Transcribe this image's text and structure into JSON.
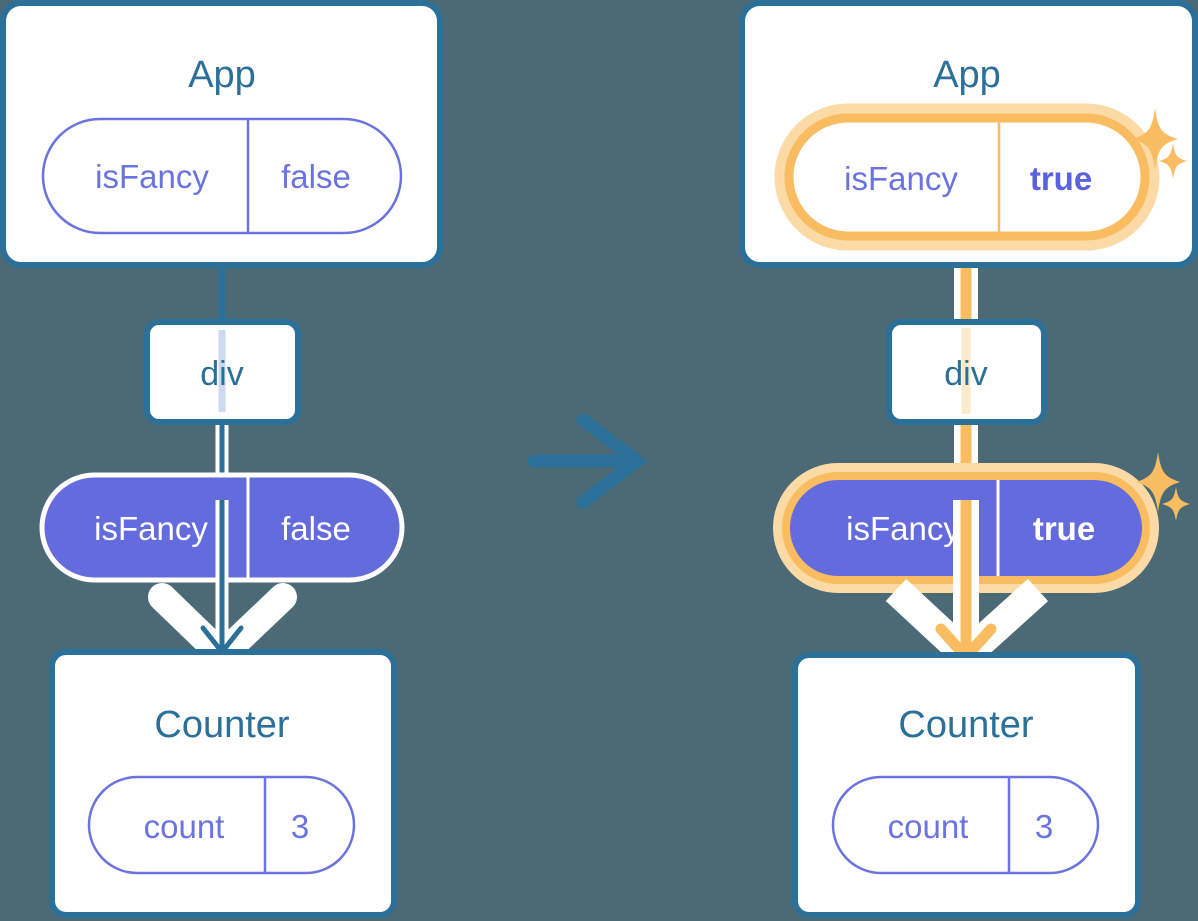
{
  "diagram": {
    "title": "React state propagation: isFancy false to true",
    "background_color": "#4c6a75",
    "colors": {
      "box_border_blue": "#2b7099",
      "title_blue": "#2b7099",
      "purple": "#6b73e0",
      "purple_fill": "#636bdd",
      "orange": "#f9bc60",
      "orange_light": "#fbdaa6",
      "white": "#ffffff"
    },
    "transition_arrow": {
      "icon": "arrow-right-icon",
      "color": "#2b7099"
    },
    "panels": [
      {
        "id": "before",
        "root": {
          "name": "App",
          "state": {
            "key": "isFancy",
            "value": "false",
            "style": "outline",
            "highlighted": false,
            "value_bold": false
          }
        },
        "middle": {
          "name": "div"
        },
        "prop": {
          "key": "isFancy",
          "value": "false",
          "style": "filled",
          "highlighted": false,
          "value_bold": false
        },
        "child": {
          "name": "Counter",
          "state": {
            "key": "count",
            "value": "3",
            "style": "outline",
            "highlighted": false,
            "value_bold": false
          }
        },
        "connector_color": "#2b7099",
        "sparkles": []
      },
      {
        "id": "after",
        "root": {
          "name": "App",
          "state": {
            "key": "isFancy",
            "value": "true",
            "style": "outline",
            "highlighted": true,
            "value_bold": true
          }
        },
        "middle": {
          "name": "div"
        },
        "prop": {
          "key": "isFancy",
          "value": "true",
          "style": "filled",
          "highlighted": true,
          "value_bold": true
        },
        "child": {
          "name": "Counter",
          "state": {
            "key": "count",
            "value": "3",
            "style": "outline",
            "highlighted": false,
            "value_bold": false
          }
        },
        "connector_color": "#f9bc60",
        "sparkles": [
          {
            "name": "sparkle-icon-app",
            "size": "large"
          },
          {
            "name": "sparkle-icon-app-small",
            "size": "small"
          },
          {
            "name": "sparkle-icon-prop",
            "size": "large"
          },
          {
            "name": "sparkle-icon-prop-small",
            "size": "small"
          }
        ]
      }
    ]
  }
}
